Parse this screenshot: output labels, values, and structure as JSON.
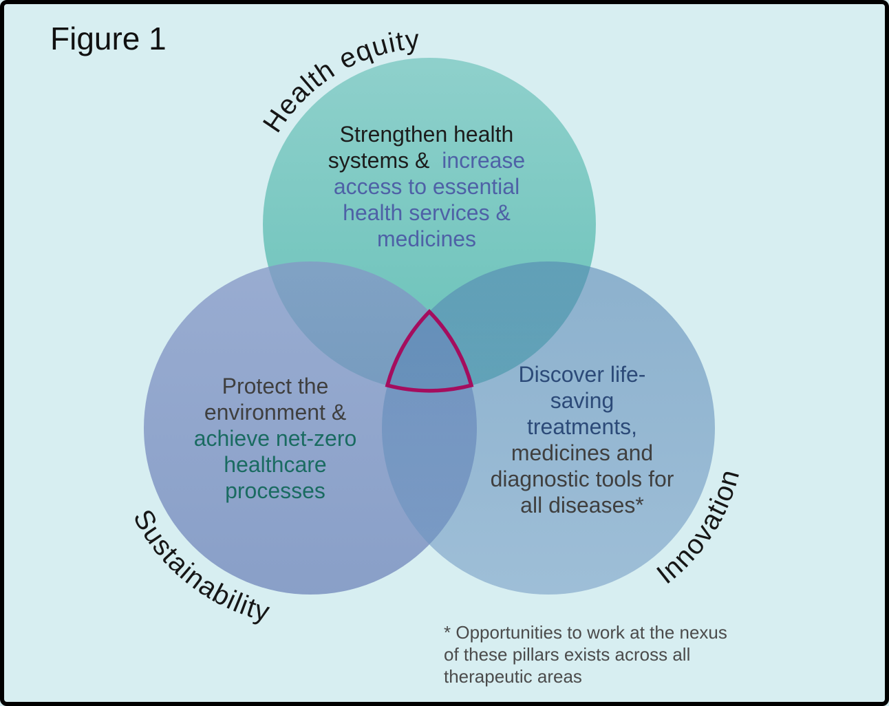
{
  "figure": {
    "title": "Figure 1",
    "footnote": {
      "line1": "* Opportunities to work at the nexus",
      "line2": "of these pillars exists across all",
      "line3": "therapeutic areas"
    }
  },
  "venn": {
    "health_equity": {
      "label": "Health equity",
      "text": {
        "line1": "Strengthen health",
        "line2_dark": "systems &",
        "line2_accent": "increase",
        "line3": "access to essential",
        "line4": "health services &",
        "line5": "medicines"
      }
    },
    "sustainability": {
      "label": "Sustainability",
      "text": {
        "line1": "Protect the",
        "line2": "environment &",
        "line3": "achieve net-zero",
        "line4": "healthcare",
        "line5": "processes"
      }
    },
    "innovation": {
      "label": "Innovation",
      "text": {
        "line1": "Discover life-",
        "line2": "saving",
        "line3": "treatments,",
        "line4": "medicines and",
        "line5": "diagnostic tools for",
        "line6": "all diseases*"
      }
    }
  },
  "colors": {
    "background": "#d7eef1",
    "frame": "#000000",
    "circle_health_equity": "#55b9ae",
    "circle_sustainability": "#7b8fc0",
    "circle_innovation": "#628cbb",
    "nexus_outline": "#a40d5e",
    "accent_blue_text": "#4e61a6",
    "accent_teal_text": "#1a6b61",
    "accent_navy_text": "#2c4a78",
    "body_gray_text": "#3f3f3f",
    "footnote_text": "#4b4b4b"
  }
}
